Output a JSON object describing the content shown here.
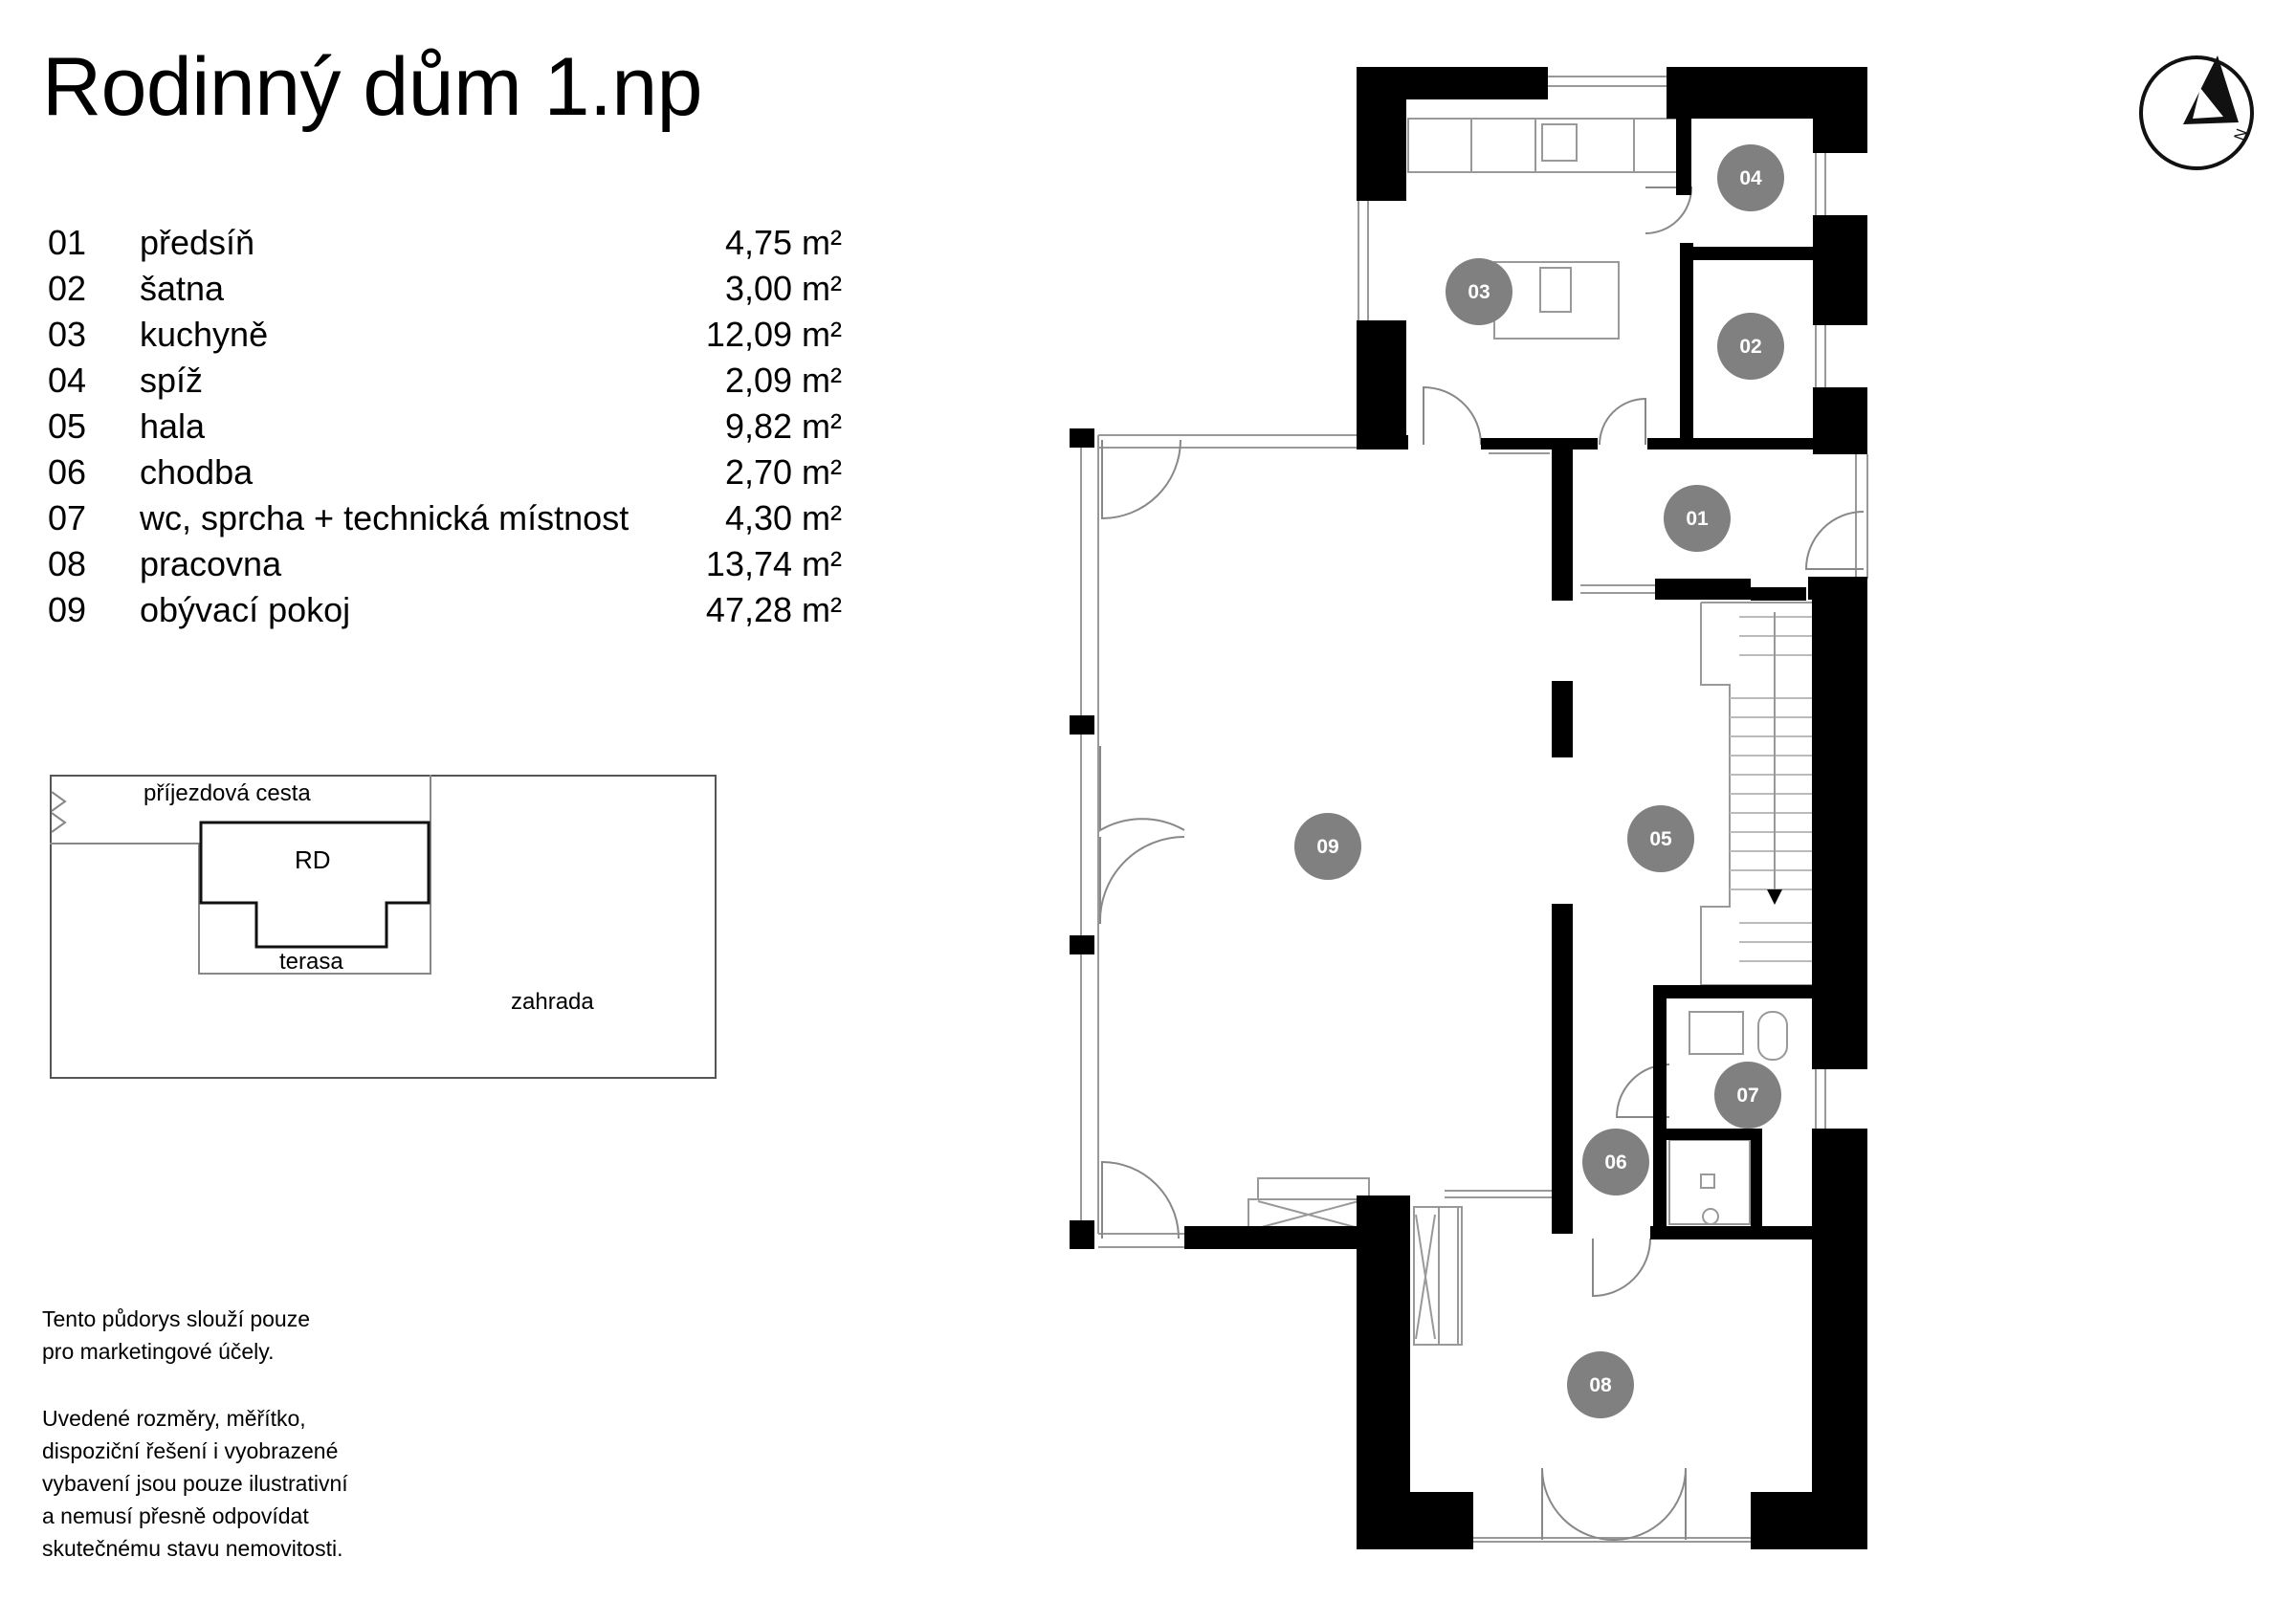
{
  "title": "Rodinný dům 1.np",
  "rooms": [
    {
      "num": "01",
      "name": "předsíň",
      "area": "4,75 m²"
    },
    {
      "num": "02",
      "name": "šatna",
      "area": "3,00 m²"
    },
    {
      "num": "03",
      "name": "kuchyně",
      "area": "12,09 m²"
    },
    {
      "num": "04",
      "name": "spíž",
      "area": "2,09 m²"
    },
    {
      "num": "05",
      "name": "hala",
      "area": "9,82 m²"
    },
    {
      "num": "06",
      "name": "chodba",
      "area": "2,70 m²"
    },
    {
      "num": "07",
      "name": "wc, sprcha + technická místnost",
      "area": "4,30 m²"
    },
    {
      "num": "08",
      "name": "pracovna",
      "area": "13,74 m²"
    },
    {
      "num": "09",
      "name": "obývací pokoj",
      "area": "47,28 m²"
    }
  ],
  "site_plan": {
    "driveway": "příjezdová cesta",
    "house": "RD",
    "terrace": "terasa",
    "garden": "zahrada"
  },
  "disclaimer": {
    "line1": "Tento půdorys slouží pouze",
    "line2": "pro marketingové účely.",
    "line3": "Uvedené rozměry, měřítko,",
    "line4": "dispoziční řešení i vyobrazené",
    "line5": "vybavení jsou pouze ilustrativní",
    "line6": "a nemusí přesně odpovídat",
    "line7": "skutečnému stavu nemovitosti."
  },
  "plan_badges": {
    "b01": "01",
    "b02": "02",
    "b03": "03",
    "b04": "04",
    "b05": "05",
    "b06": "06",
    "b07": "07",
    "b08": "08",
    "b09": "09"
  },
  "compass": {
    "north_letter": "N"
  },
  "colors": {
    "wall": "#000000",
    "badge": "#808080",
    "line": "#888888"
  }
}
